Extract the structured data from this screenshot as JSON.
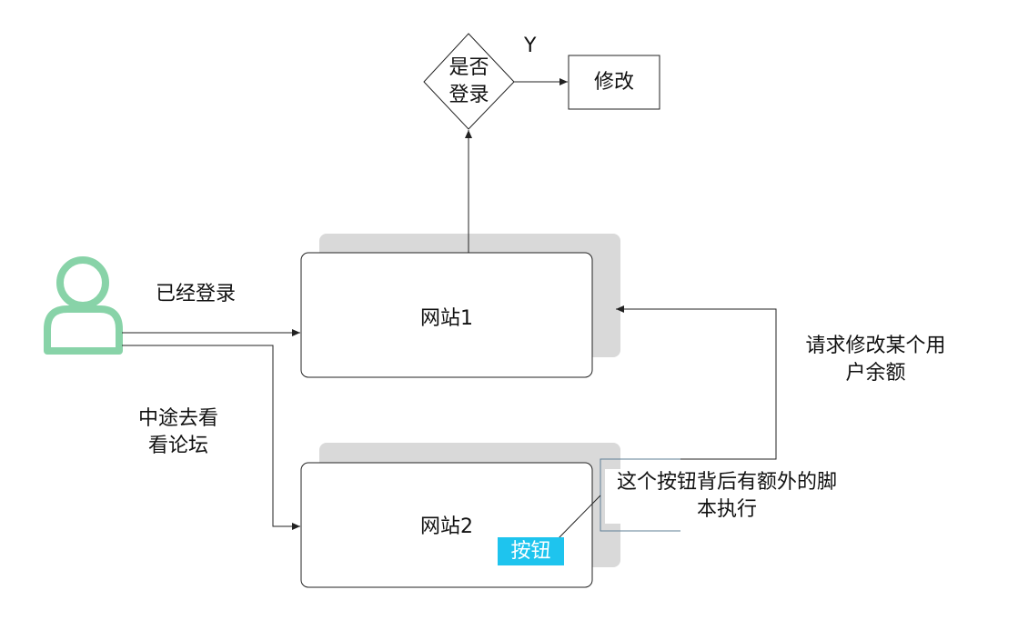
{
  "diagram": {
    "decision": {
      "line1": "是否",
      "line2": "登录"
    },
    "yes_label": "Y",
    "modify_box": "修改",
    "site1": "网站1",
    "site2": "网站2",
    "site2_button": "按钮",
    "logged_in_label": "已经登录",
    "detour_label": {
      "line1": "中途去看",
      "line2": "看论坛"
    },
    "request_label": {
      "line1": "请求修改某个用",
      "line2": "户余额"
    },
    "callout": {
      "line1": "这个按钮背后有额外的脚",
      "line2": "本执行"
    },
    "colors": {
      "user_icon": "#88d3a8",
      "shadow": "#d9d9d9",
      "button": "#1ec4ee",
      "stroke": "#222222"
    }
  }
}
